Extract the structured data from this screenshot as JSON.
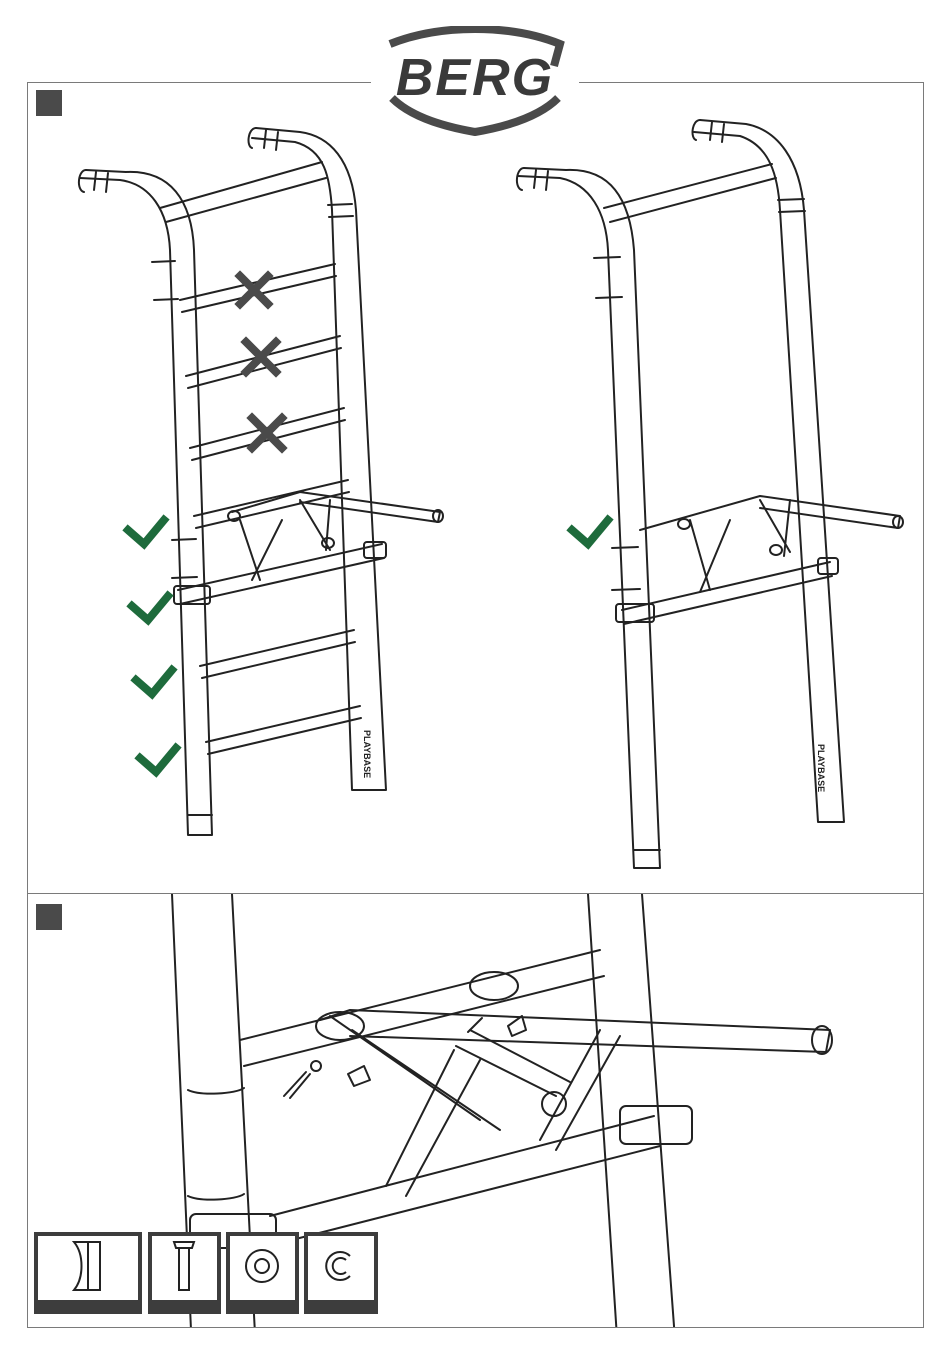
{
  "brand": {
    "name": "BERG"
  },
  "steps": [
    {
      "marker": "step-marker",
      "views": [
        {
          "view": "ladder-with-rungs",
          "disallowed_rungs": 3,
          "allowed_rungs": 4,
          "side_label": "PLAYBASE"
        },
        {
          "view": "frame-without-rungs",
          "allowed_rungs": 1,
          "side_label": "PLAYBASE"
        }
      ]
    },
    {
      "marker": "step-marker",
      "view": "dip-bar-detail"
    }
  ],
  "parts": [
    {
      "icon": "clamp-bracket-icon"
    },
    {
      "icon": "bolt-icon"
    },
    {
      "icon": "washer-icon"
    },
    {
      "icon": "lock-nut-icon"
    }
  ],
  "colors": {
    "check": "#1e6b3c",
    "cross": "#4a4a4a",
    "marker": "#4a4a4a",
    "line": "#222222"
  }
}
